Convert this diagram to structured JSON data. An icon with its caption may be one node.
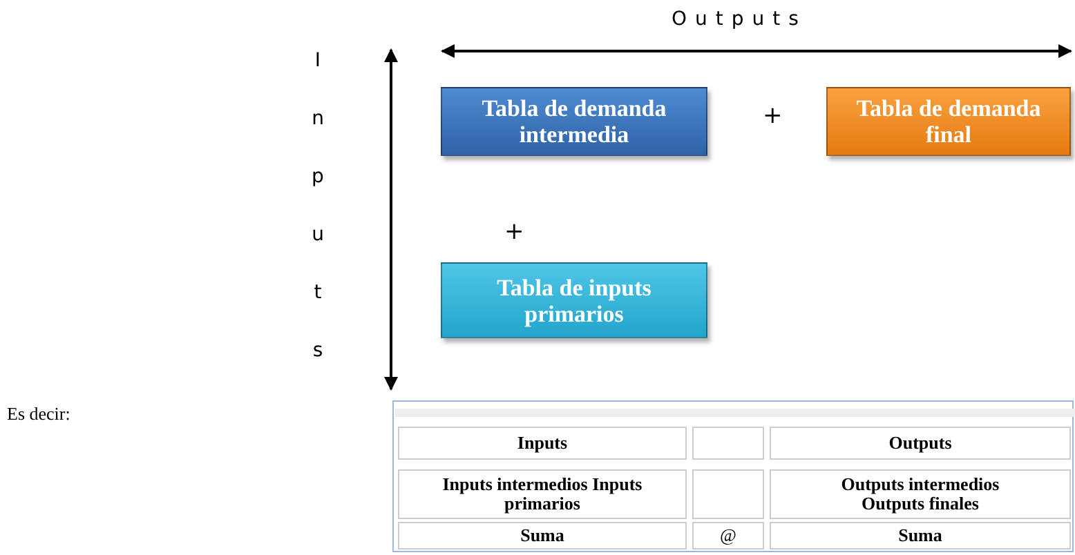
{
  "diagram": {
    "nodes": [
      {
        "text": [
          "Tabla de demanda intermedia"
        ]
      },
      {
        "text": [
          "Tabla de demanda final"
        ]
      },
      {
        "text": [
          "Tabla de inputs primarios"
        ]
      }
    ],
    "labels": [
      "Outputs",
      "Inputs",
      "+",
      "+",
      "Es decir:",
      "Inputs",
      "Outputs",
      "Inputs intermedios Inputs primarios",
      "Outputs intermedios Outputs finales",
      "Suma",
      "@",
      "Suma"
    ]
  }
}
